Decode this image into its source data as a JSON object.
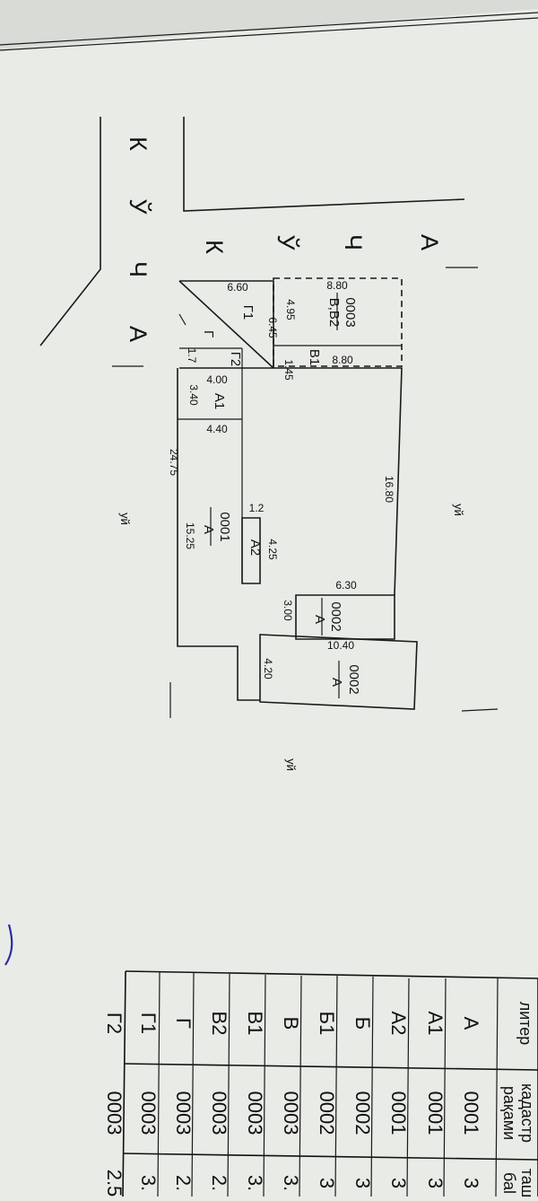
{
  "street": {
    "letters": [
      "К",
      "Ў",
      "Ч",
      "А"
    ]
  },
  "dims": {
    "a": "8.80",
    "b": "6.60",
    "c": "4.95",
    "d": "6.45",
    "e": "1.45",
    "f": "8.80",
    "g": "1.7",
    "h": "4.00",
    "i": "3.40",
    "j": "4.40",
    "k": "24.75",
    "l": "15.25",
    "m": "16.80",
    "n": "1.2",
    "o": "4.25",
    "p": "6.30",
    "q": "3.00",
    "r": "10.40",
    "s": "4.20"
  },
  "labels": {
    "cad_0003": "0003",
    "lit_b_b2": "В,В2",
    "lit_b1": "В1",
    "lit_g1": "Г1",
    "lit_g": "Г",
    "lit_g2": "Г2",
    "lit_a1": "А1",
    "cad_0001": "0001",
    "lit_a_main": "А",
    "lit_a2": "А2",
    "cad_0002a": "0002",
    "lit_a_0002a": "А",
    "cad_0002b": "0002",
    "lit_a_0002b": "А",
    "uy_1": "уй",
    "uy_2": "уй",
    "uy_3": "уй"
  },
  "table": {
    "headers": {
      "liter": "литер",
      "kadastr_1": "кадастр",
      "kadastr_2": "рақами",
      "third_1": "таш",
      "third_2": "баl"
    },
    "rows": [
      {
        "liter": "А",
        "code": "0001",
        "val": "3"
      },
      {
        "liter": "А1",
        "code": "0001",
        "val": "3"
      },
      {
        "liter": "А2",
        "code": "0001",
        "val": "3"
      },
      {
        "liter": "Б",
        "code": "0002",
        "val": "3"
      },
      {
        "liter": "Б1",
        "code": "0002",
        "val": "3"
      },
      {
        "liter": "В",
        "code": "0003",
        "val": "3."
      },
      {
        "liter": "В1",
        "code": "0003",
        "val": "3."
      },
      {
        "liter": "В2",
        "code": "0003",
        "val": "2."
      },
      {
        "liter": "Г",
        "code": "0003",
        "val": "2."
      },
      {
        "liter": "Г1",
        "code": "0003",
        "val": "3."
      },
      {
        "liter": "Г2",
        "code": "0003",
        "val": "2.5"
      }
    ]
  }
}
